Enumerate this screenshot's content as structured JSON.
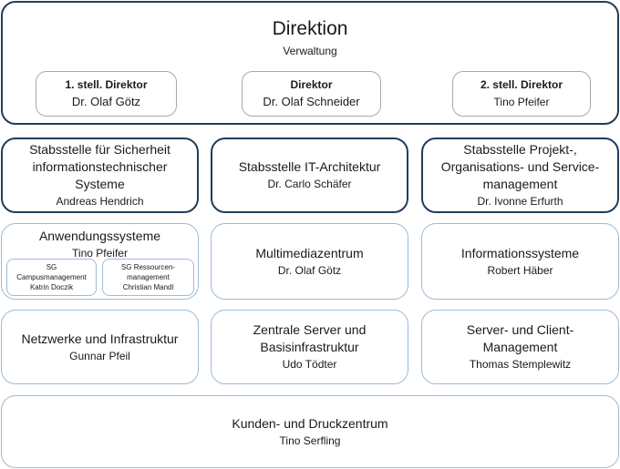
{
  "header": {
    "title": "Direktion",
    "subtitle": "Verwaltung",
    "directors": [
      {
        "role": "1. stell. Direktor",
        "name": "Dr. Olaf Götz"
      },
      {
        "role": "Direktor",
        "name": "Dr. Olaf Schneider"
      },
      {
        "role": "2. stell. Direktor",
        "name": "Tino Pfeifer"
      }
    ]
  },
  "staff": [
    {
      "title": "Stabsstelle für Sicherheit informationstechnischer Systeme",
      "person": "Andreas Hendrich"
    },
    {
      "title": "Stabsstelle IT-Architektur",
      "person": "Dr. Carlo Schäfer"
    },
    {
      "title": "Stabsstelle Projekt-, Organisations- und Service-management",
      "person": "Dr. Ivonne Erfurth"
    }
  ],
  "units": {
    "anwendung": {
      "title": "Anwendungssysteme",
      "person": "Tino Pfeifer",
      "subgroups": [
        {
          "line1": "SG",
          "line2": "Campusmanagement",
          "person": "Katrin Doczik"
        },
        {
          "line1": "SG Ressourcen-",
          "line2": "management",
          "person": "Christian Mandl"
        }
      ]
    },
    "multimedia": {
      "title": "Multimediazentrum",
      "person": "Dr. Olaf Götz"
    },
    "info": {
      "title": "Informationssysteme",
      "person": "Robert Häber"
    },
    "netz": {
      "title": "Netzwerke und Infrastruktur",
      "person": "Gunnar Pfeil"
    },
    "server": {
      "title": "Zentrale Server und Basisinfrastruktur",
      "person": "Udo Tödter"
    },
    "client": {
      "title": "Server- und Client-Management",
      "person": "Thomas Stemplewitz"
    },
    "kunden": {
      "title": "Kunden- und Druckzentrum",
      "person": "Tino Serfling"
    }
  }
}
